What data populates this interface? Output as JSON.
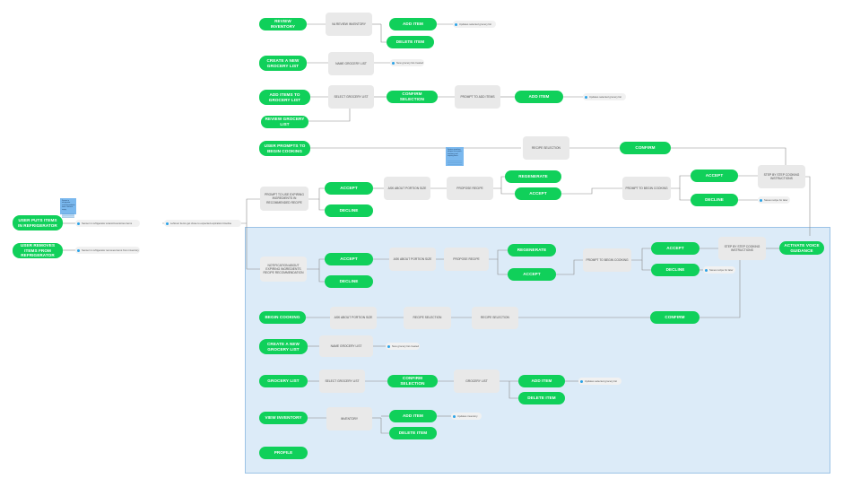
{
  "entry": {
    "puts": "USER PUTS ITEMS IN REFRIGERATOR",
    "removes": "USER REMOVES ITEMS FROM REFRIGERATOR",
    "sensor_puts": "Sensor in refrigerator scans/inventories items",
    "sensor_removes": "Sensor in refrigerator removes items from inventory",
    "leftover": "Leftover items get close to expected expiration timeline",
    "sticky_note": "Sensor in refrigerator scans/inventories items / detects expiry"
  },
  "top": {
    "review_inventory": "REVIEW INVENTORY",
    "va_review": "VA REVIEW INVENTORY",
    "add_item": "ADD ITEM",
    "delete_item": "DELETE ITEM",
    "note_updates_grocery": "Updates selected grocery list",
    "create_grocery": "CREATE A NEW GROCERY LIST",
    "name_grocery": "NAME GROCERY LIST",
    "note_new_list": "New grocery list created",
    "add_items_to_grocery": "ADD ITEMS TO GROCERY LIST",
    "select_grocery": "SELECT GROCERY LIST",
    "confirm_selection": "CONFIRM SELECTION",
    "prompt_add_items": "PROMPT TO ADD ITEMS",
    "add_item_2": "ADD ITEM",
    "note_updates_grocery_2": "Updates selected grocery list",
    "review_grocery": "REVIEW GROCERY LIST",
    "prompts_cooking": "USER PROMPTS TO BEGIN COOKING",
    "recipe_selection": "RECIPE SELECTION",
    "confirm": "CONFIRM",
    "sticky_note_2": "System searches recipes that match inventory and expiring items",
    "prompt_expiring": "PROMPT TO USE EXPIRING INGREDIENTS IN RECOMMENDED RECIPE",
    "accept": "ACCEPT",
    "decline": "DECLINE",
    "ask_portion": "ASK ABOUT PORTION SIZE",
    "propose_recipe": "PROPOSE RECIPE",
    "regenerate": "REGENERATE",
    "accept_2": "ACCEPT",
    "prompt_begin": "PROMPT TO BEGIN COOKING",
    "accept_3": "ACCEPT",
    "decline_2": "DECLINE",
    "step_by_step": "STEP BY STEP COOKING INSTRUCTIONS",
    "note_saves": "Saves recipe for later"
  },
  "panel": {
    "notification": "NOTIFICATION ABOUT EXPIRING INGREDIENTS RECIPE RECOMMENDATION",
    "accept": "ACCEPT",
    "decline": "DECLINE",
    "ask_portion": "ASK ABOUT PORTION SIZE",
    "propose_recipe": "PROPOSE RECIPE",
    "regenerate": "REGENERATE",
    "accept_2": "ACCEPT",
    "prompt_begin": "PROMPT TO BEGIN COOKING",
    "accept_3": "ACCEPT",
    "decline_2": "DECLINE",
    "note_saves": "Saves recipe for later",
    "step_by_step": "STEP BY STEP COOKING INSTRUCTIONS",
    "activate_voice": "ACTIVATE VOICE GUIDANCE",
    "begin_cooking": "BEGIN COOKING",
    "ask_portion_2": "ASK ABOUT PORTION SIZE",
    "recipe_selection": "RECIPE SELECTION",
    "recipe_selection_2": "RECIPE SELECTION",
    "confirm": "CONFIRM",
    "create_grocery": "CREATE A NEW GROCERY LIST",
    "name_grocery": "NAME GROCERY LIST",
    "note_new_list": "New grocery list created",
    "grocery_list": "GROCERY LIST",
    "select_grocery": "SELECT GROCERY LIST",
    "confirm_selection": "CONFIRM SELECTION",
    "grocery_list_box": "GROCERY LIST",
    "add_item": "ADD ITEM",
    "delete_item": "DELETE ITEM",
    "note_updates_grocery": "Updates selected grocery list",
    "view_inventory": "VIEW INVENTORY",
    "inventory": "INVENTORY",
    "add_item_2": "ADD ITEM",
    "delete_item_2": "DELETE ITEM",
    "note_updates_inventory": "Updates inventory",
    "profile": "PROFILE"
  },
  "colors": {
    "pill": "#10d05a",
    "box": "#e9e9e9",
    "panel": "#dcebf8",
    "sticky": "#7ab8ee",
    "dot": "#2aa3e8",
    "line": "#8a8a8a"
  }
}
